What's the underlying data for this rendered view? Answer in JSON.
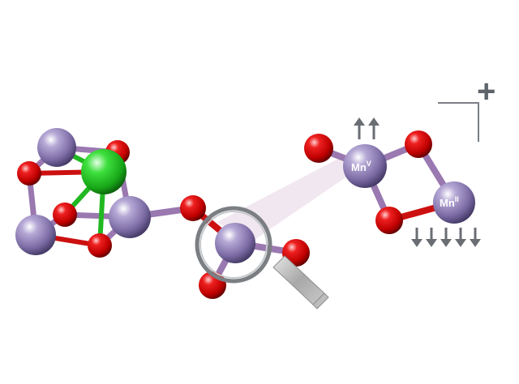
{
  "labels": {
    "mn_v": "Mn",
    "mn_v_ox": "V",
    "mn_ii": "Mn",
    "mn_ii_ox": "II",
    "charge": "+"
  },
  "spins": {
    "mn_v_up_arrows": 2,
    "mn_ii_down_arrows": 5
  },
  "colors": {
    "manganese": "#8d7fb4",
    "oxygen": "#d40a0a",
    "calcium": "#22c322",
    "arrow": "#6a6e74",
    "charge": "#5e646a",
    "magnifier_rim": "#7b7f84",
    "beam": "#efe4ee"
  },
  "icons": {
    "magnifier": "magnifier-icon",
    "spin_up": "spin-up-arrow-icon",
    "spin_down": "spin-down-arrow-icon",
    "charge_bracket": "charge-bracket-icon"
  }
}
